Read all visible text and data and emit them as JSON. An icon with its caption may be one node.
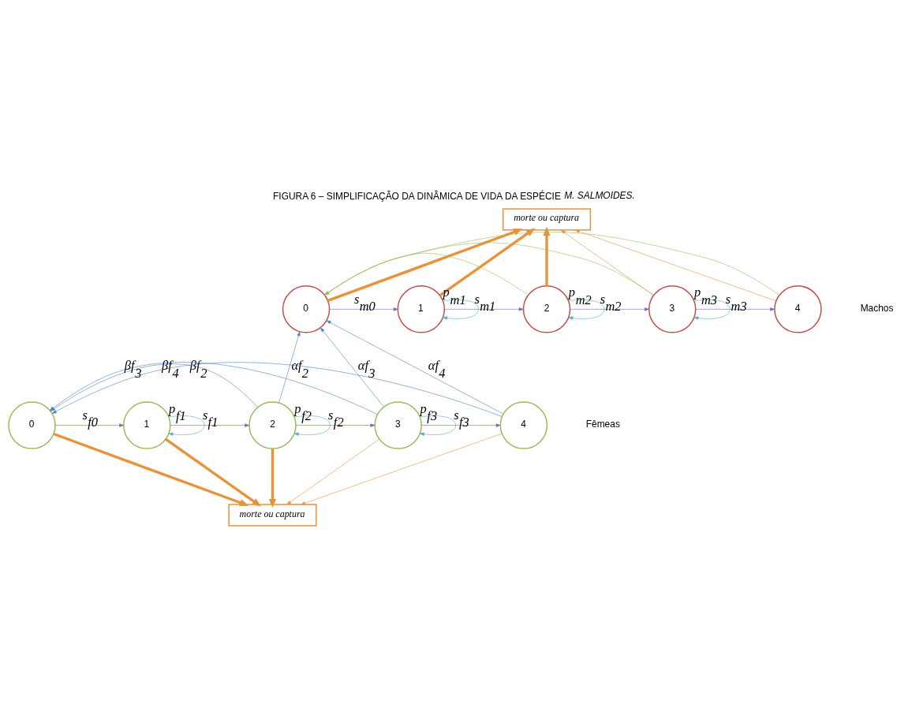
{
  "diagram": {
    "title": "FIGURA 6 – SIMPLIFICAÇÃO DA DINÂMICA DE VIDA DA ESPÉCIE *M. SALMOIDES.*",
    "nodes": [
      {
        "text": [
          "morte ou captura"
        ]
      },
      {
        "text": [
          "0"
        ]
      },
      {
        "text": [
          "1"
        ]
      },
      {
        "text": [
          "2"
        ]
      },
      {
        "text": [
          "3"
        ]
      },
      {
        "text": [
          "4"
        ]
      },
      {
        "text": [
          "0"
        ]
      },
      {
        "text": [
          "1"
        ]
      },
      {
        "text": [
          "2"
        ]
      },
      {
        "text": [
          "3"
        ]
      },
      {
        "text": [
          "4"
        ]
      },
      {
        "text": [
          "morte ou captura"
        ]
      }
    ],
    "edges": [
      {
        "from": 1,
        "to": 2,
        "arrow": "to",
        "label": "s$_{m0}$",
        "color": "#8064a2"
      },
      {
        "from": 2,
        "to": 3,
        "arrow": "to",
        "label": "s$_{m1}$",
        "color": "#8064a2"
      },
      {
        "from": 3,
        "to": 4,
        "arrow": "to",
        "label": "s$_{m2}$",
        "color": "#8064a2"
      },
      {
        "from": 4,
        "to": 5,
        "arrow": "to",
        "label": "s$_{m3}$",
        "color": "#8064a2"
      },
      {
        "from": 2,
        "to": 2,
        "arrow": "to",
        "label": "p$_{m1}$",
        "color": "#4bacc6"
      },
      {
        "from": 3,
        "to": 3,
        "arrow": "to",
        "label": "p$_{m2}$",
        "color": "#4bacc6"
      },
      {
        "from": 4,
        "to": 4,
        "arrow": "to",
        "label": "p$_{m3}$",
        "color": "#4bacc6"
      },
      {
        "from": 3,
        "to": 1,
        "arrow": "to",
        "color": "#9bbb59"
      },
      {
        "from": 4,
        "to": 1,
        "arrow": "to",
        "color": "#9bbb59"
      },
      {
        "from": 5,
        "to": 1,
        "arrow": "to",
        "color": "#9bbb59"
      },
      {
        "from": 1,
        "to": 0,
        "arrow": "to",
        "style": "thick"
      },
      {
        "from": 2,
        "to": 0,
        "arrow": "to",
        "style": "thick"
      },
      {
        "from": 3,
        "to": 0,
        "arrow": "to",
        "style": "thick"
      },
      {
        "from": 4,
        "to": 0,
        "arrow": "to"
      },
      {
        "from": 5,
        "to": 0,
        "arrow": "to"
      },
      {
        "from": 8,
        "to": 1,
        "arrow": "to",
        "label": "αf$_{2}$",
        "color": "#4f81bd"
      },
      {
        "from": 9,
        "to": 1,
        "arrow": "to",
        "label": "αf$_{3}$",
        "color": "#4f81bd"
      },
      {
        "from": 10,
        "to": 1,
        "arrow": "to",
        "label": "αf$_{4}$",
        "color": "#4f81bd"
      },
      {
        "from": 8,
        "to": 6,
        "arrow": "to",
        "label": "βf$_{2}$",
        "color": "#4f81bd"
      },
      {
        "from": 9,
        "to": 6,
        "arrow": "to",
        "label": "βf$_{3}$",
        "color": "#4f81bd"
      },
      {
        "from": 10,
        "to": 6,
        "arrow": "to",
        "label": "βf$_{4}$",
        "color": "#4f81bd"
      },
      {
        "from": 7,
        "to": 7,
        "arrow": "to",
        "label": "p$_{f1}$",
        "color": "#4bacc6"
      },
      {
        "from": 8,
        "to": 8,
        "arrow": "to",
        "label": "p$_{f2}$",
        "color": "#4bacc6"
      },
      {
        "from": 9,
        "to": 9,
        "arrow": "to",
        "label": "p$_{f3}$",
        "color": "#4bacc6"
      },
      {
        "from": 6,
        "to": 7,
        "arrow": "to",
        "label": "s$_{f0}$",
        "color": "#8064a2"
      },
      {
        "from": 7,
        "to": 8,
        "arrow": "to",
        "label": "s$_{f1}$",
        "color": "#8064a2"
      },
      {
        "from": 8,
        "to": 9,
        "arrow": "to",
        "label": "s$_{f2}$",
        "color": "#8064a2"
      },
      {
        "from": 9,
        "to": 10,
        "arrow": "to",
        "label": "s$_{f3}$",
        "color": "#8064a2"
      },
      {
        "from": 6,
        "to": 11,
        "arrow": "to",
        "style": "thick"
      },
      {
        "from": 7,
        "to": 11,
        "arrow": "to",
        "style": "thick"
      },
      {
        "from": 8,
        "to": 11,
        "arrow": "to",
        "style": "thick"
      },
      {
        "from": 9,
        "to": 11,
        "arrow": "to"
      },
      {
        "from": 10,
        "to": 11,
        "arrow": "to"
      }
    ],
    "labels": [
      "Machos",
      "Fêmeas"
    ]
  }
}
